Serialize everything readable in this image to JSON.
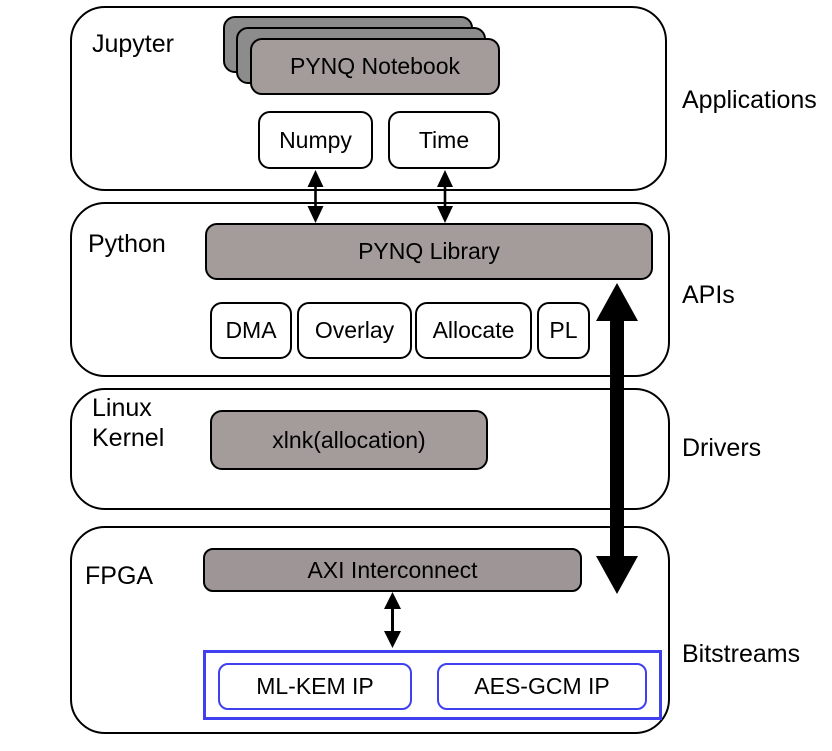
{
  "colors": {
    "box_gray": "#a49b9b",
    "box_gray_dark": "#8c8c8c",
    "axi_gray": "#9e9696",
    "ip_blue": "#4040f0",
    "line_black": "#000000"
  },
  "layers": [
    {
      "label": "Jupyter",
      "side_label": "Applications"
    },
    {
      "label": "Python",
      "side_label": "APIs"
    },
    {
      "label": "Linux\nKernel",
      "side_label": "Drivers"
    },
    {
      "label": "FPGA",
      "side_label": "Bitstreams"
    }
  ],
  "boxes": {
    "pynq_notebook": "PYNQ Notebook",
    "numpy": "Numpy",
    "time": "Time",
    "pynq_library": "PYNQ Library",
    "dma": "DMA",
    "overlay": "Overlay",
    "allocate": "Allocate",
    "pl": "PL",
    "xlnk": "xlnk(allocation)",
    "axi_interconnect": "AXI Interconnect",
    "ml_kem_ip": "ML-KEM IP",
    "aes_gcm_ip": "AES-GCM IP"
  }
}
